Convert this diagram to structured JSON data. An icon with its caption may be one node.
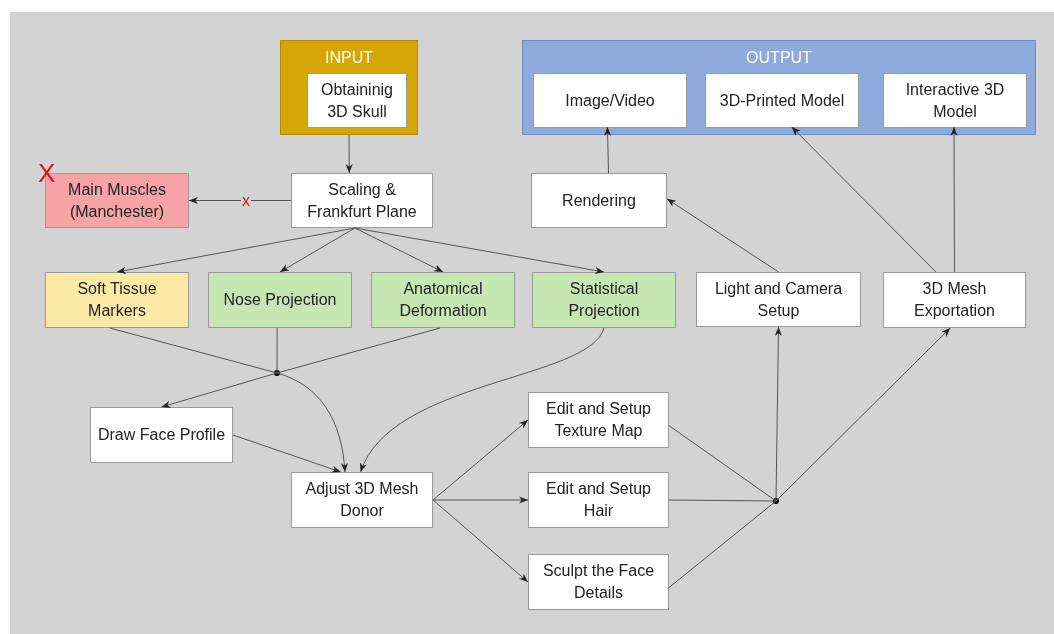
{
  "diagram": {
    "nodes": [
      {
        "text": [
          "INPUT"
        ]
      },
      {
        "text": [
          "Obtaininig 3D Skull"
        ],
        "in": 0
      },
      {
        "text": [
          "OUTPUT"
        ]
      },
      {
        "text": [
          "Image/Video"
        ],
        "in": 2
      },
      {
        "text": [
          "3D-Printed Model"
        ],
        "in": 2
      },
      {
        "text": [
          "Interactive 3D Model"
        ],
        "in": 2
      },
      {
        "text": [
          "Main Muscles (Manchester)"
        ],
        "beside": [
          "X"
        ]
      },
      {
        "text": [
          "Scaling & Frankfurt Plane"
        ]
      },
      {
        "text": [
          "Rendering"
        ]
      },
      {
        "text": [
          "Soft Tissue Markers"
        ]
      },
      {
        "text": [
          "Nose Projection"
        ]
      },
      {
        "text": [
          "Anatomical Deformation"
        ]
      },
      {
        "text": [
          "Statistical Projection"
        ]
      },
      {
        "text": [
          "Light and Camera Setup"
        ]
      },
      {
        "text": [
          "3D Mesh Exportation"
        ]
      },
      {
        "text": [],
        "shape": "circle"
      },
      {
        "text": [
          "Draw Face Profile"
        ]
      },
      {
        "text": [
          "Adjust 3D Mesh Donor"
        ]
      },
      {
        "text": [
          "Edit and Setup Texture Map"
        ]
      },
      {
        "text": [
          "Edit and Setup Hair"
        ]
      },
      {
        "text": [
          "Sculpt the Face Details"
        ]
      },
      {
        "text": [],
        "shape": "circle"
      }
    ],
    "edges": [
      {
        "from": 0,
        "to": 7,
        "arrow": "to"
      },
      {
        "from": 7,
        "to": 6,
        "arrow": "to",
        "label": "x"
      },
      {
        "from": 7,
        "to": 9,
        "arrow": "to"
      },
      {
        "from": 7,
        "to": 10,
        "arrow": "to"
      },
      {
        "from": 7,
        "to": 11,
        "arrow": "to"
      },
      {
        "from": 7,
        "to": 12,
        "arrow": "to"
      },
      {
        "from": 9,
        "to": 15,
        "arrow": "none"
      },
      {
        "from": 10,
        "to": 15,
        "arrow": "none"
      },
      {
        "from": 11,
        "to": 15,
        "arrow": "none"
      },
      {
        "from": 15,
        "to": 16,
        "arrow": "to"
      },
      {
        "from": 15,
        "to": 17,
        "arrow": "to"
      },
      {
        "from": 12,
        "to": 17,
        "arrow": "to"
      },
      {
        "from": 16,
        "to": 17,
        "arrow": "to"
      },
      {
        "from": 17,
        "to": 18,
        "arrow": "to"
      },
      {
        "from": 17,
        "to": 19,
        "arrow": "to"
      },
      {
        "from": 17,
        "to": 20,
        "arrow": "to"
      },
      {
        "from": 18,
        "to": 21,
        "arrow": "none"
      },
      {
        "from": 19,
        "to": 21,
        "arrow": "none"
      },
      {
        "from": 20,
        "to": 21,
        "arrow": "none"
      },
      {
        "from": 21,
        "to": 13,
        "arrow": "to"
      },
      {
        "from": 21,
        "to": 14,
        "arrow": "to"
      },
      {
        "from": 13,
        "to": 8,
        "arrow": "to"
      },
      {
        "from": 8,
        "to": 3,
        "arrow": "to"
      },
      {
        "from": 14,
        "to": 4,
        "arrow": "to"
      },
      {
        "from": 14,
        "to": 5,
        "arrow": "to"
      }
    ]
  }
}
